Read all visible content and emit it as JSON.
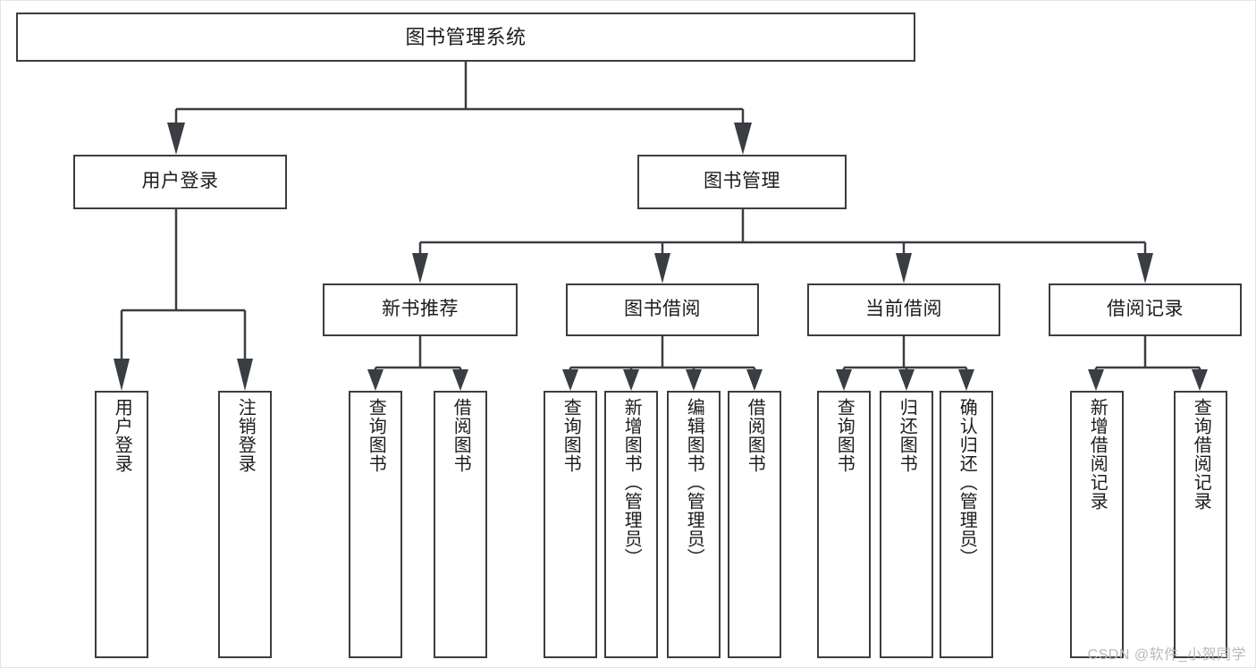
{
  "diagram": {
    "type": "tree",
    "title": "图书管理系统",
    "root": {
      "label": "图书管理系统"
    },
    "level2": [
      {
        "label": "用户登录"
      },
      {
        "label": "图书管理"
      }
    ],
    "level3": [
      {
        "label": "新书推荐"
      },
      {
        "label": "图书借阅"
      },
      {
        "label": "当前借阅"
      },
      {
        "label": "借阅记录"
      }
    ],
    "leaves": {
      "user_login": [
        {
          "label": "用户登录"
        },
        {
          "label": "注销登录"
        }
      ],
      "new_book_recommend": [
        {
          "label": "查询图书"
        },
        {
          "label": "借阅图书"
        }
      ],
      "book_borrow": [
        {
          "label": "查询图书"
        },
        {
          "label": "新增图书（管理员）"
        },
        {
          "label": "编辑图书（管理员）"
        },
        {
          "label": "借阅图书"
        }
      ],
      "current_borrow": [
        {
          "label": "查询图书"
        },
        {
          "label": "归还图书"
        },
        {
          "label": "确认归还（管理员）"
        }
      ],
      "borrow_record": [
        {
          "label": "新增借阅记录"
        },
        {
          "label": "查询借阅记录"
        }
      ]
    }
  },
  "watermark": {
    "text": "CSDN @软件_小贺同学"
  },
  "colors": {
    "stroke": "#3a3d42",
    "background": "#ffffff",
    "text": "#1c1c1c",
    "watermark": "#b9b9b9"
  }
}
